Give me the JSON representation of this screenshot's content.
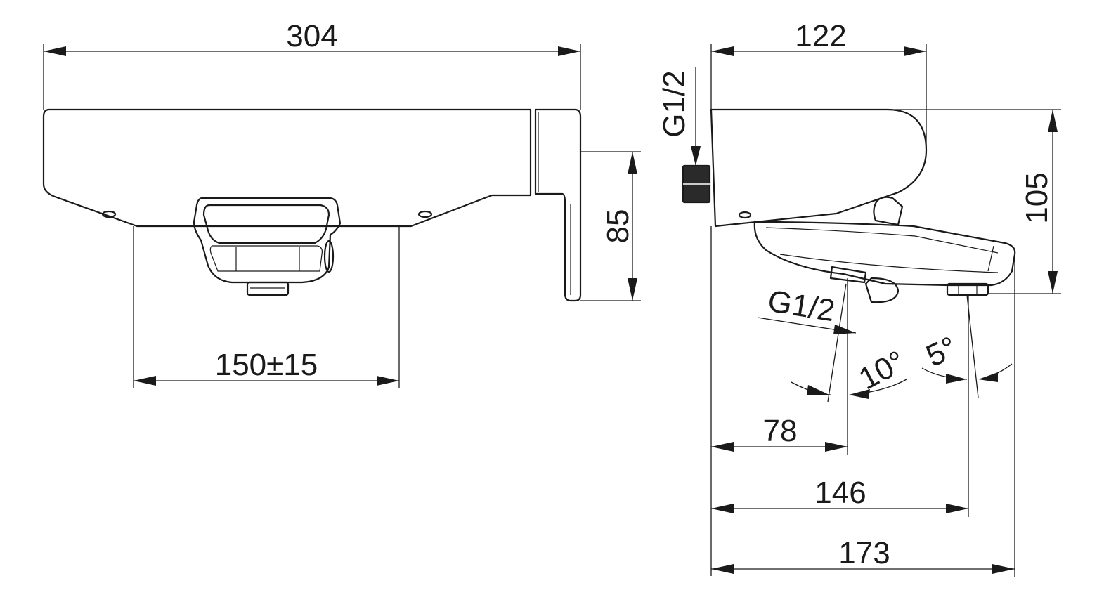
{
  "front_view": {
    "width_label": "304",
    "spacing_label": "150±15",
    "height_label": "85"
  },
  "side_view": {
    "depth_label": "122",
    "inlet_thread_label": "G1/2",
    "outlet_thread_label": "G1/2",
    "height_label": "105",
    "angle_outlet_label": "10°",
    "angle_spout_label": "5°",
    "outlet_distance_label": "78",
    "spout_distance_label": "146",
    "overall_depth_label": "173"
  },
  "colors": {
    "line": "#1a1a1a",
    "background": "#ffffff"
  }
}
